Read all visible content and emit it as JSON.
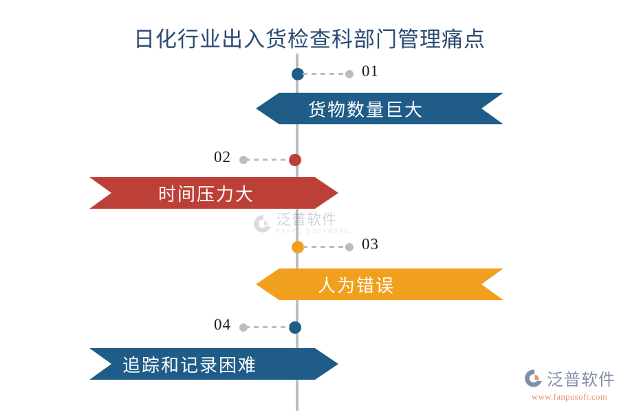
{
  "title": "日化行业出入货检查科部门管理痛点",
  "colors": {
    "title": "#2a4a73",
    "spine": "#bdbdbd",
    "blue": "#1f5c87",
    "red": "#bc4038",
    "orange": "#f0a01e",
    "dot_gray": "#bdbdbd",
    "number": "#1a1a2e",
    "label": "#ffffff"
  },
  "steps": [
    {
      "number": "01",
      "label": "货物数量巨大",
      "color": "#1f5c87",
      "side": "right",
      "connector_side": "to-right"
    },
    {
      "number": "02",
      "label": "时间压力大",
      "color": "#bc4038",
      "side": "left",
      "connector_side": "to-left"
    },
    {
      "number": "03",
      "label": "人为错误",
      "color": "#f0a01e",
      "side": "right",
      "connector_side": "to-right"
    },
    {
      "number": "04",
      "label": "追踪和记录困难",
      "color": "#1f5c87",
      "side": "left",
      "connector_side": "to-left"
    }
  ],
  "watermark": {
    "name_cn": "泛普软件",
    "name_en": "FANPU SOFTWARE"
  },
  "brand": {
    "name_cn": "泛普软件",
    "url": "www.fanpusoft.com"
  }
}
